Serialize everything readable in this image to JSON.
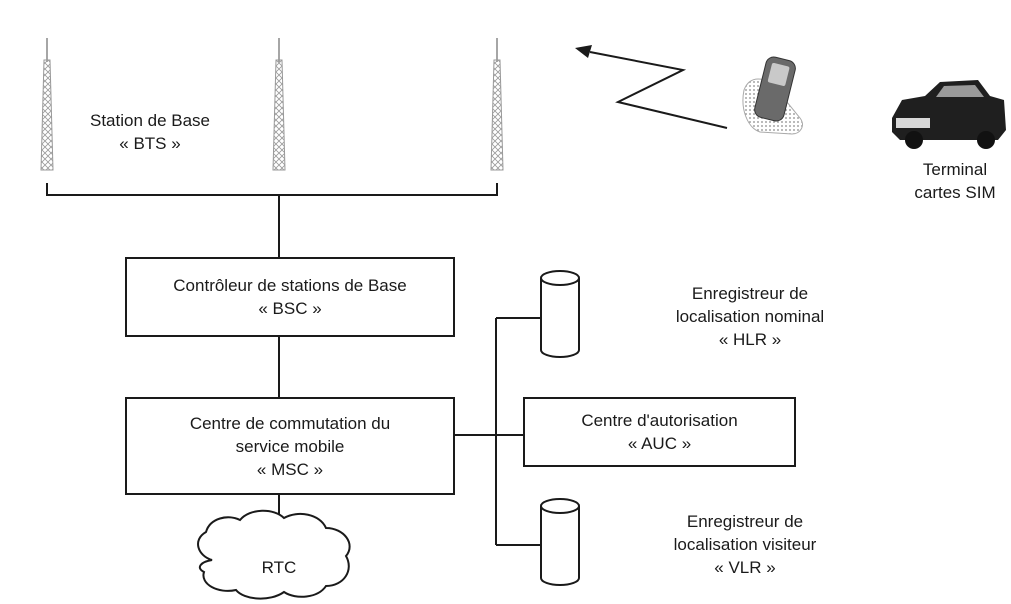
{
  "bts": {
    "line1": "Station de Base",
    "line2": "« BTS »"
  },
  "terminal": {
    "line1": "Terminal",
    "line2": "cartes SIM"
  },
  "bsc": {
    "line1": "Contrôleur de stations de Base",
    "line2": "« BSC »"
  },
  "msc": {
    "line1": "Centre de commutation du",
    "line2": "service mobile",
    "line3": "« MSC »"
  },
  "hlr": {
    "line1": "Enregistreur de",
    "line2": "localisation nominal",
    "line3": "« HLR »"
  },
  "auc": {
    "line1": "Centre d'autorisation",
    "line2": "« AUC »"
  },
  "vlr": {
    "line1": "Enregistreur de",
    "line2": "localisation visiteur",
    "line3": "« VLR »"
  },
  "rtc": {
    "label": "RTC"
  },
  "icons": [
    "antenna-tower-icon",
    "mobile-phone-icon",
    "car-icon",
    "database-cylinder-icon",
    "cloud-icon"
  ]
}
